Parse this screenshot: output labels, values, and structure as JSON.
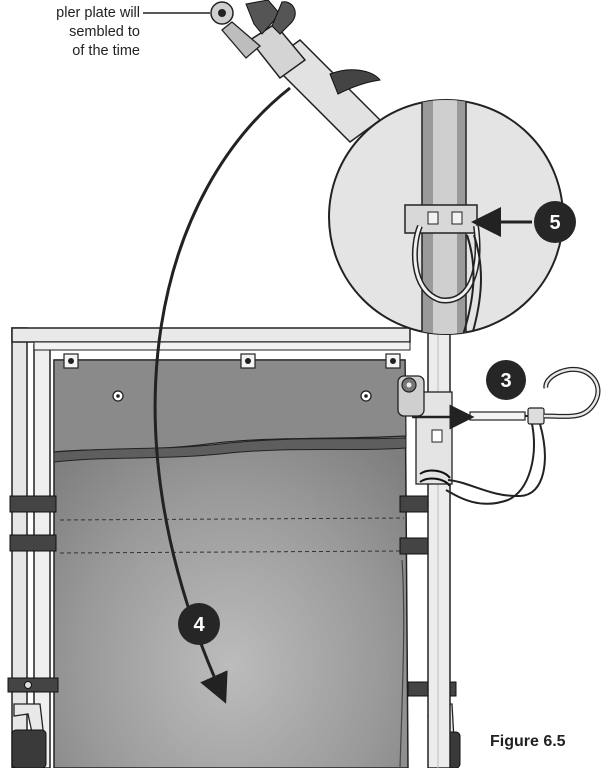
{
  "callout": {
    "line1": "pler plate will",
    "line2": "sembled to",
    "line3": "of the time"
  },
  "steps": {
    "step3": "3",
    "step4": "4",
    "step5": "5"
  },
  "caption": "Figure 6.5",
  "colors": {
    "outline": "#222222",
    "frame": "#e6e6e6",
    "upholstery": "#8d8d8d",
    "upholstery_dark": "#6f6f6f",
    "badge": "#262626",
    "badge_text": "#ffffff",
    "detail_circle": "#e4e4e4"
  }
}
